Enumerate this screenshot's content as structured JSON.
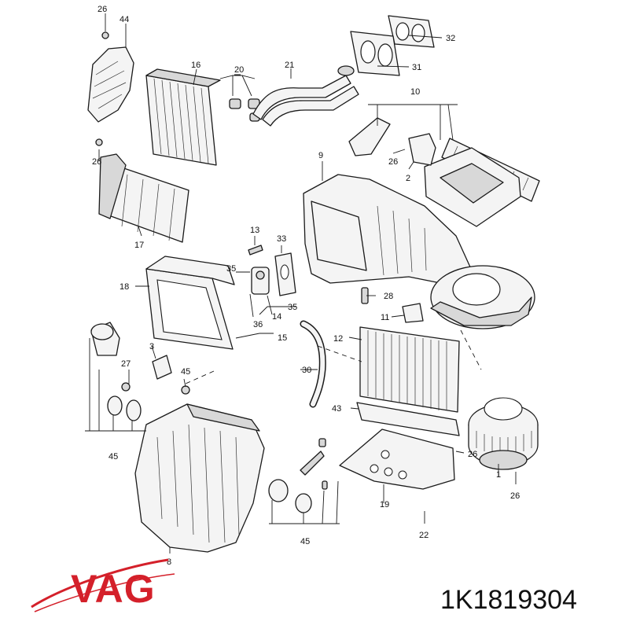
{
  "brand": {
    "name": "VAG",
    "color": "#d4202a"
  },
  "part_number": "1K1819304",
  "callouts": {
    "c1": "26",
    "c2": "44",
    "c3": "32",
    "c4": "31",
    "c5": "21",
    "c6": "16",
    "c7": "20",
    "c8": "10",
    "c9": "26",
    "c10": "9",
    "c11": "26",
    "c12": "2",
    "c13": "17",
    "c14": "13",
    "c15": "33",
    "c16": "18",
    "c17": "35",
    "c18": "28",
    "c19": "35",
    "c20": "36",
    "c21": "14",
    "c22": "11",
    "c23": "15",
    "c24": "12",
    "c25": "3",
    "c26": "27",
    "c27": "30",
    "c28": "45",
    "c29": "43",
    "c30": "45",
    "c31": "26",
    "c32": "1",
    "c33": "19",
    "c34": "26",
    "c35": "22",
    "c36": "8",
    "c37": "45"
  }
}
